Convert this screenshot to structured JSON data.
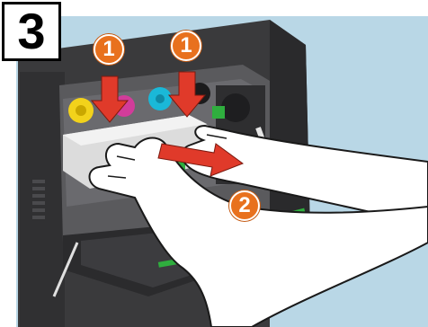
{
  "step": {
    "number": "3"
  },
  "callouts": [
    {
      "label": "1",
      "icon": "down-arrow-icon"
    },
    {
      "label": "1",
      "icon": "down-arrow-icon"
    },
    {
      "label": "2",
      "icon": "right-arrow-icon"
    }
  ],
  "colors": {
    "background": "#b9d7e6",
    "machine": "#3a3a3c",
    "callout": "#e8711e",
    "toner_yellow": "#f2d21b",
    "toner_magenta": "#d23c9a",
    "toner_cyan": "#1ab8d8",
    "accent_green": "#2fae3e"
  }
}
